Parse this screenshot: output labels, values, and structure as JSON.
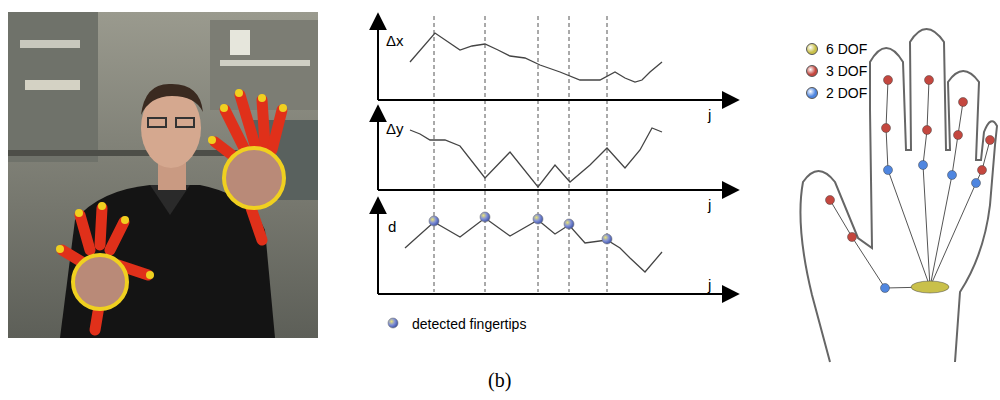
{
  "diagram": {
    "caption": "(b)",
    "labels": [
      "Δx",
      "j",
      "Δy",
      "j",
      "d",
      "j"
    ],
    "legend": [
      {
        "text": "detected fingertips"
      },
      {
        "text": "6 DOF",
        "color": "#c9c04a"
      },
      {
        "text": "3 DOF",
        "color": "#c4473f"
      },
      {
        "text": "2 DOF",
        "color": "#4f86e0"
      }
    ]
  }
}
